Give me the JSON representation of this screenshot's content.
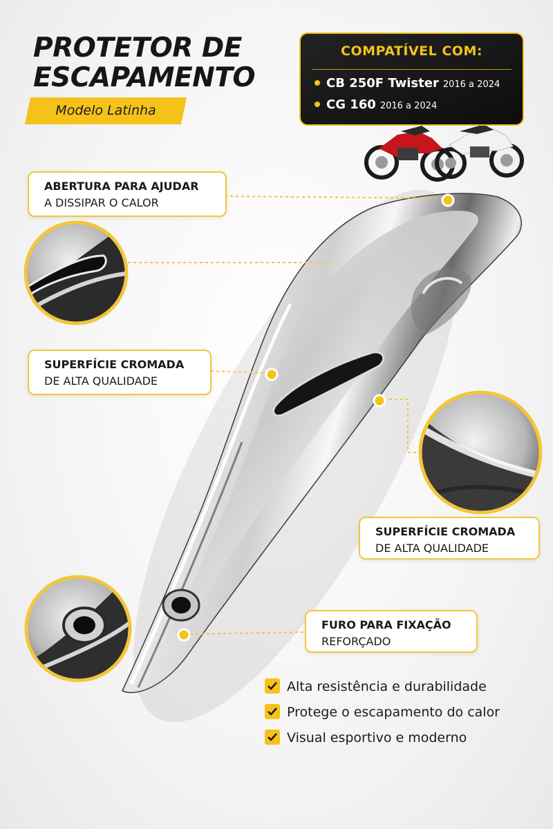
{
  "title": {
    "line1": "PROTETOR DE",
    "line2": "ESCAPAMENTO"
  },
  "model": {
    "label": "Modelo Latinha"
  },
  "compat": {
    "title": "COMPATÍVEL COM:",
    "items": [
      {
        "model": "CB 250F Twister",
        "years": "2016 a 2024"
      },
      {
        "model": "CG 160",
        "years": "2016 a 2024"
      }
    ]
  },
  "callouts": {
    "vent": {
      "line1": "ABERTURA PARA AJUDAR",
      "line2": "A DISSIPAR O CALOR"
    },
    "surface_left": {
      "line1": "SUPERFÍCIE CROMADA",
      "line2": "DE ALTA QUALIDADE"
    },
    "surface_right": {
      "line1": "SUPERFÍCIE CROMADA",
      "line2": "DE ALTA QUALIDADE"
    },
    "hole": {
      "line1": "FURO PARA FIXAÇÃO",
      "line2": "REFORÇADO"
    }
  },
  "features": [
    "Alta resistência e durabilidade",
    "Protege o escapamento do calor",
    "Visual esportivo e moderno"
  ],
  "colors": {
    "accent": "#f5c21a",
    "dark": "#161616",
    "compat_bg": "#111111"
  },
  "icons": {
    "check": "check-icon",
    "bullet": "bullet-dot-icon"
  }
}
